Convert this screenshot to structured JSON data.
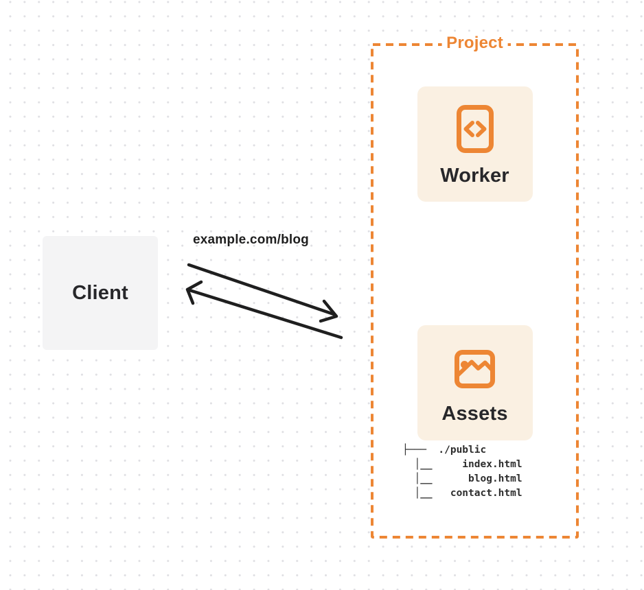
{
  "client": {
    "label": "Client"
  },
  "request": {
    "url_label": "example.com/blog"
  },
  "project": {
    "label": "Project",
    "worker_card": {
      "label": "Worker",
      "icon": "code-document-icon"
    },
    "assets_card": {
      "label": "Assets",
      "icon": "image-icon"
    },
    "file_tree": "├───  ./public\n  │__     index.html\n  │__      blog.html\n  │__   contact.html"
  },
  "colors": {
    "accent": "#ed8634",
    "card-bg": "#faf0e2",
    "client-bg": "#f4f4f5",
    "ink": "#27272a",
    "arrow-ink": "#1f1f1f",
    "dot": "#dfdfe3",
    "tree-ink": "#2d2d2d"
  }
}
